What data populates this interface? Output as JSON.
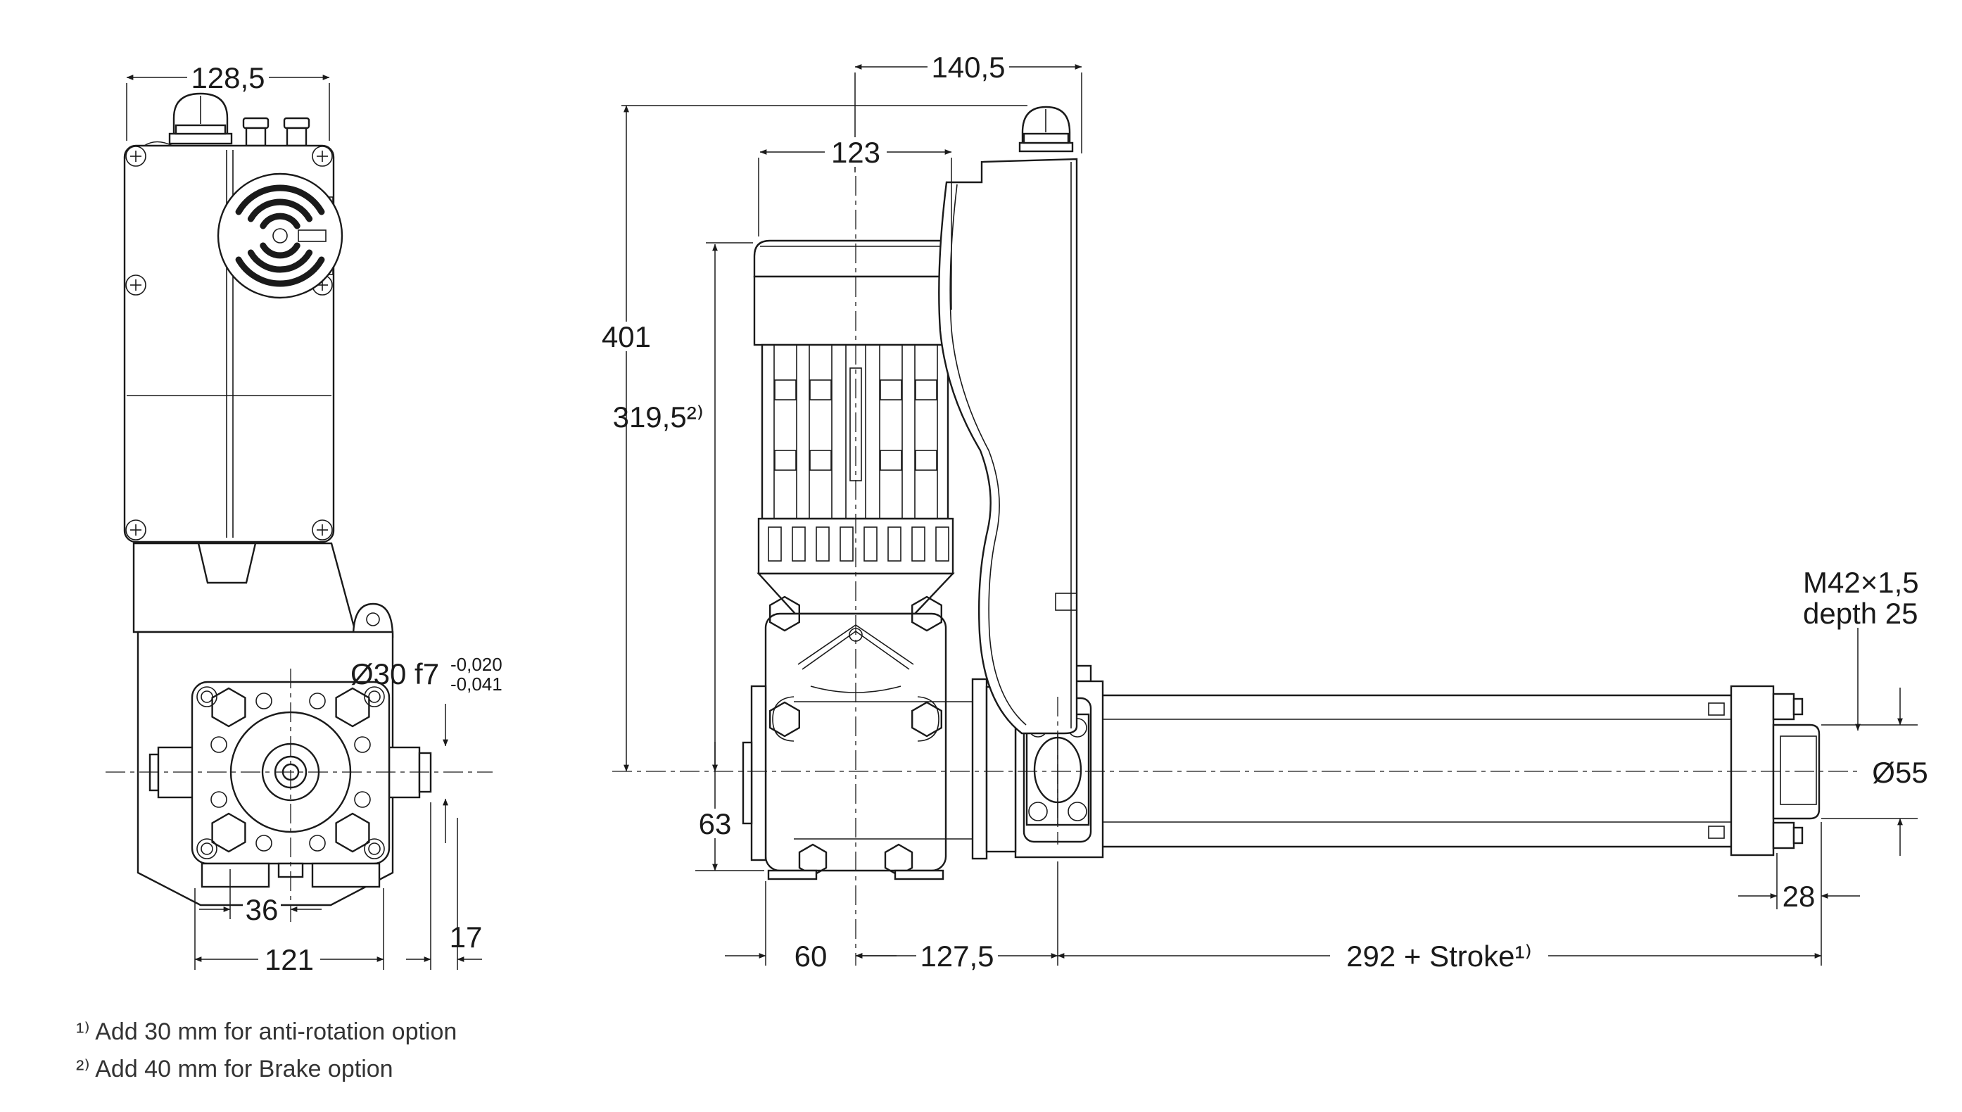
{
  "drawing": {
    "type": "technical-dimension-drawing",
    "line_color": "#1a1a1a",
    "background": "#ffffff",
    "views": {
      "front_view": "actuator front view with motor housing and output flange",
      "side_view": "actuator side view with motor, gearbox and cylinder rod"
    },
    "dimensions": {
      "housing_width": "128,5",
      "motor_axis_to_cover": "140,5",
      "motor_depth": "123",
      "total_height": "401",
      "axis_to_motor_top": "319,5²⁾",
      "shaft_fit": "Ø30 f7",
      "shaft_tol_upper": "-0,020",
      "shaft_tol_lower": "-0,041",
      "hole_offset": "36",
      "flange_width": "121",
      "shaft_stub_length": "17",
      "axis_to_gearbox_bottom": "63",
      "gearbox_front_to_axis": "60",
      "axis_to_mounting_face": "127,5",
      "body_length": "292 + Stroke¹⁾",
      "rod_end_length": "28",
      "rod_end_diameter": "Ø55",
      "thread_spec": "M42×1,5",
      "thread_depth": "depth 25"
    },
    "footnotes": {
      "note1": "¹⁾ Add 30 mm for anti-rotation option",
      "note2": "²⁾ Add 40 mm for Brake option"
    }
  }
}
